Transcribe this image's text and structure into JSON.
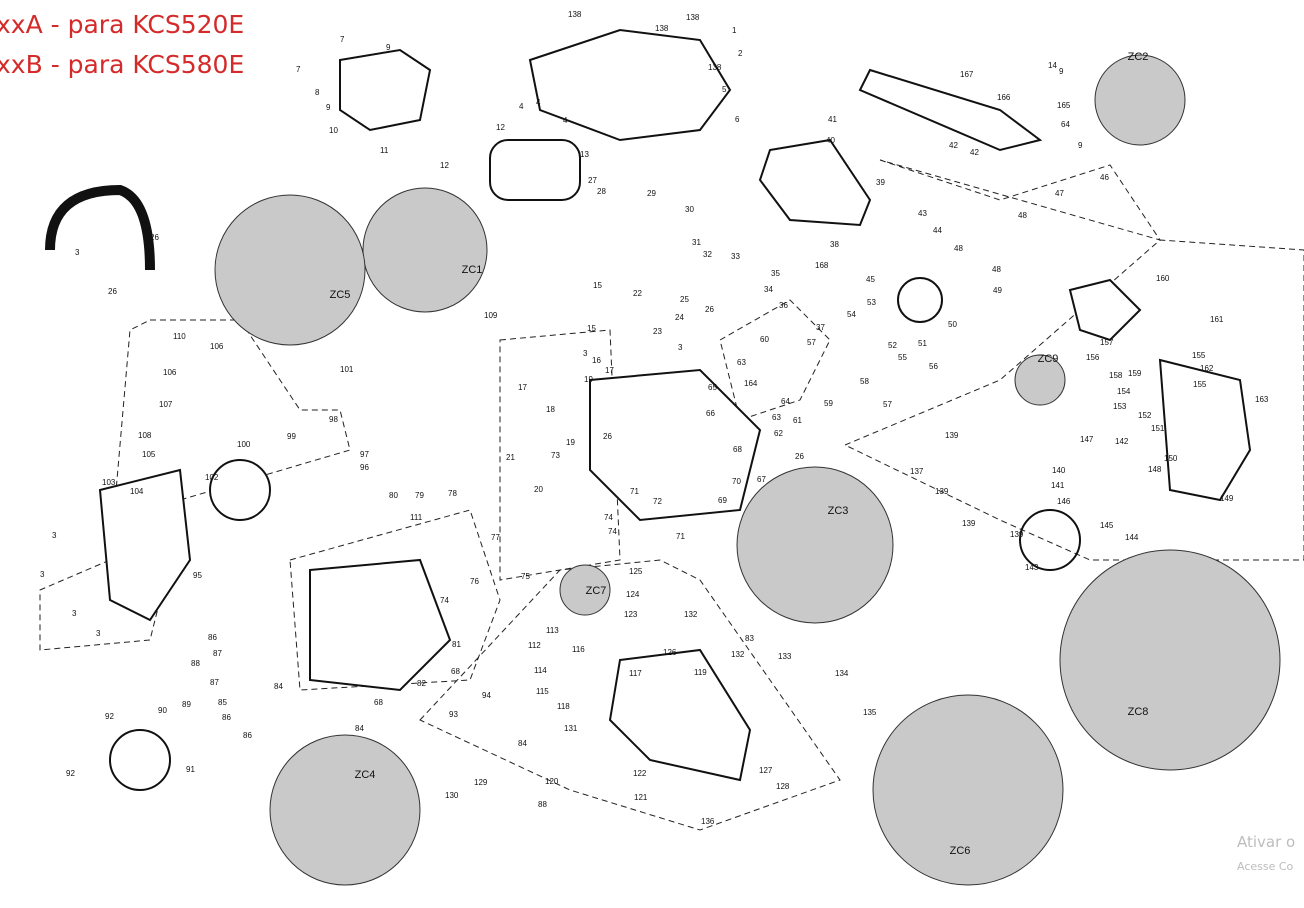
{
  "notes": [
    "xxA - para KCS520E",
    "xxB - para KCS580E"
  ],
  "zoom_circles": [
    "ZC1",
    "ZC2",
    "ZC3",
    "ZC4",
    "ZC5",
    "ZC6",
    "ZC7",
    "ZC8",
    "ZC9"
  ],
  "part_labels": [
    "138",
    "138",
    "138",
    "138",
    "1",
    "2",
    "5",
    "6",
    "7",
    "7",
    "8",
    "9",
    "9",
    "10",
    "11",
    "12",
    "12",
    "13",
    "4",
    "4",
    "4",
    "27",
    "28",
    "29",
    "30",
    "31",
    "32",
    "33",
    "35",
    "34",
    "36",
    "37",
    "38",
    "168",
    "39",
    "40",
    "41",
    "42",
    "42",
    "43",
    "44",
    "45",
    "46",
    "47",
    "48",
    "48",
    "48",
    "49",
    "50",
    "51",
    "52",
    "53",
    "54",
    "55",
    "56",
    "57",
    "57",
    "58",
    "59",
    "60",
    "61",
    "62",
    "63",
    "63",
    "64",
    "64",
    "9",
    "9",
    "165",
    "166",
    "167",
    "14",
    "15",
    "15",
    "16",
    "17",
    "17",
    "18",
    "19",
    "19",
    "20",
    "21",
    "22",
    "23",
    "24",
    "25",
    "26",
    "26",
    "26",
    "26",
    "26",
    "3",
    "3",
    "3",
    "3",
    "3",
    "3",
    "3",
    "110",
    "106",
    "107",
    "106",
    "108",
    "105",
    "104",
    "103",
    "102",
    "100",
    "99",
    "98",
    "97",
    "96",
    "95",
    "101",
    "109",
    "111",
    "80",
    "79",
    "78",
    "77",
    "75",
    "76",
    "71",
    "71",
    "72",
    "73",
    "74",
    "74",
    "74",
    "81",
    "82",
    "83",
    "84",
    "84",
    "84",
    "85",
    "86",
    "86",
    "86",
    "87",
    "87",
    "88",
    "88",
    "89",
    "90",
    "91",
    "92",
    "92",
    "93",
    "94",
    "113",
    "112",
    "114",
    "115",
    "116",
    "117",
    "118",
    "119",
    "120",
    "121",
    "122",
    "123",
    "124",
    "125",
    "126",
    "127",
    "128",
    "129",
    "130",
    "131",
    "132",
    "132",
    "133",
    "134",
    "135",
    "136",
    "137",
    "139",
    "139",
    "139",
    "139",
    "140",
    "141",
    "142",
    "143",
    "144",
    "145",
    "146",
    "147",
    "148",
    "149",
    "150",
    "151",
    "152",
    "153",
    "154",
    "155",
    "155",
    "156",
    "157",
    "158",
    "159",
    "160",
    "161",
    "162",
    "163",
    "164",
    "65",
    "66",
    "67",
    "68",
    "68",
    "68",
    "69",
    "70"
  ],
  "watermark": [
    "Ativar o",
    "Acesse Co"
  ]
}
